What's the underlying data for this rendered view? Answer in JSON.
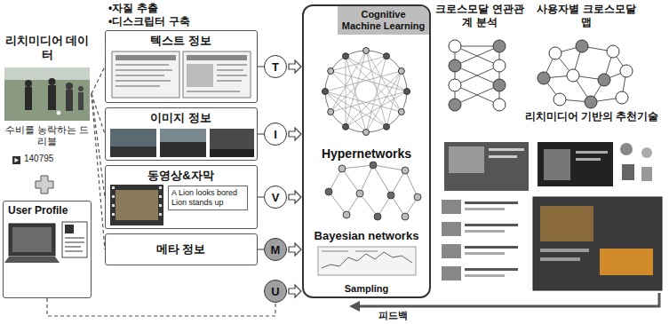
{
  "diagram": {
    "nodes": [
      {
        "text": [
          "리치미디어 데이터",
          "수비를 농락하는 드리블",
          "140795"
        ]
      },
      {
        "text": [
          "User Profile"
        ]
      },
      {
        "text": [
          "텍스트 정보"
        ]
      },
      {
        "text": [
          "이미지 정보"
        ]
      },
      {
        "text": [
          "동영상&자막",
          "A Lion looks bored Lion stands up"
        ]
      },
      {
        "text": [
          "메타 정보"
        ]
      },
      {
        "text": [
          "T"
        ]
      },
      {
        "text": [
          "I"
        ]
      },
      {
        "text": [
          "V"
        ]
      },
      {
        "text": [
          "M"
        ]
      },
      {
        "text": [
          "U"
        ]
      },
      {
        "text": [
          "Cognitive Machine Learning",
          "Hypernetworks",
          "Bayesian networks",
          "Sampling"
        ]
      }
    ],
    "edges": [
      {
        "from": 0,
        "to": 2,
        "arrow": "none"
      },
      {
        "from": 0,
        "to": 3,
        "arrow": "none"
      },
      {
        "from": 0,
        "to": 4,
        "arrow": "none"
      },
      {
        "from": 0,
        "to": 5,
        "arrow": "none"
      },
      {
        "from": 1,
        "to": 10,
        "arrow": "none"
      },
      {
        "from": 2,
        "to": 6,
        "arrow": "none"
      },
      {
        "from": 3,
        "to": 7,
        "arrow": "none"
      },
      {
        "from": 4,
        "to": 8,
        "arrow": "none"
      },
      {
        "from": 5,
        "to": 9,
        "arrow": "none"
      },
      {
        "from": 6,
        "to": 11,
        "arrow": "to"
      },
      {
        "from": 7,
        "to": 11,
        "arrow": "to"
      },
      {
        "from": 8,
        "to": 11,
        "arrow": "to"
      },
      {
        "from": 9,
        "to": 11,
        "arrow": "to"
      },
      {
        "from": 10,
        "to": 11,
        "arrow": "to"
      }
    ],
    "labels": [
      "•자질 추출",
      "•디스크립터 구축",
      "크로스모달 연관관계 분석",
      "사용자별 크로스모달 맵",
      "리치미디어 기반의 추천기술",
      "피드백"
    ]
  }
}
